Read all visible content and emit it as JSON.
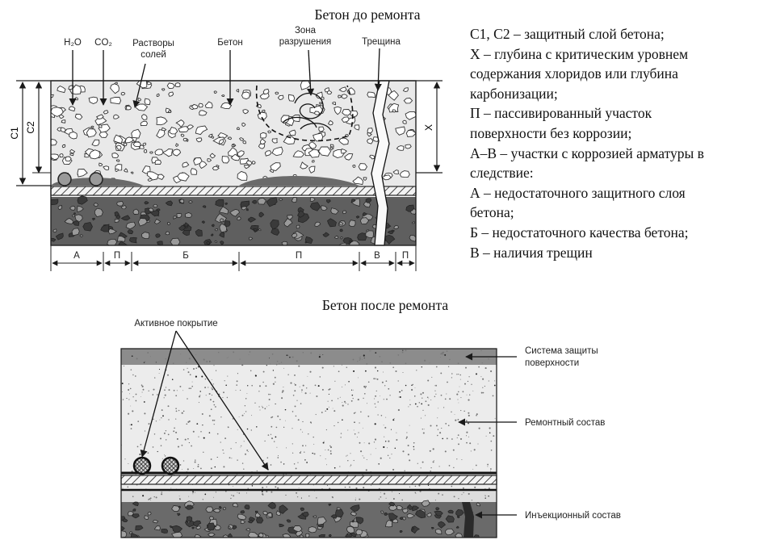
{
  "colors": {
    "ink": "#1a1a1a",
    "concrete_light": "#e7e7e7",
    "concrete_dark": "#5e5e5e",
    "repair_fill": "#e9e9e9",
    "surface_layer": "#8a8a8a"
  },
  "top": {
    "title": "Бетон до ремонта",
    "labels": {
      "h2o": "H₂O",
      "co2": "CO₂",
      "salts_line1": "Растворы",
      "salts_line2": "солей",
      "concrete": "Бетон",
      "zone_line1": "Зона",
      "zone_line2": "разрушения",
      "crack": "Трещина",
      "c1": "C1",
      "c2": "C2",
      "x": "X"
    },
    "segments": [
      "А",
      "П",
      "Б",
      "П",
      "В",
      "П"
    ],
    "legend": [
      "С1, С2 – защитный слой бетона;",
      "X – глубина с критическим уровнем",
      "содержания хлоридов или глубина",
      "карбонизации;",
      "П – пассивированный участок",
      "поверхности без коррозии;",
      "А–В – участки с коррозией арматуры в",
      "следствие:",
      "А – недостаточного защитного слоя",
      "бетона;",
      "Б – недостаточного качества бетона;",
      "В – наличия трещин"
    ]
  },
  "bottom": {
    "title": "Бетон после ремонта",
    "labels": {
      "active": "Активное покрытие",
      "surface_line1": "Система защиты",
      "surface_line2": "поверхности",
      "repair": "Ремонтный состав",
      "injection": "Инъекционный состав"
    }
  }
}
